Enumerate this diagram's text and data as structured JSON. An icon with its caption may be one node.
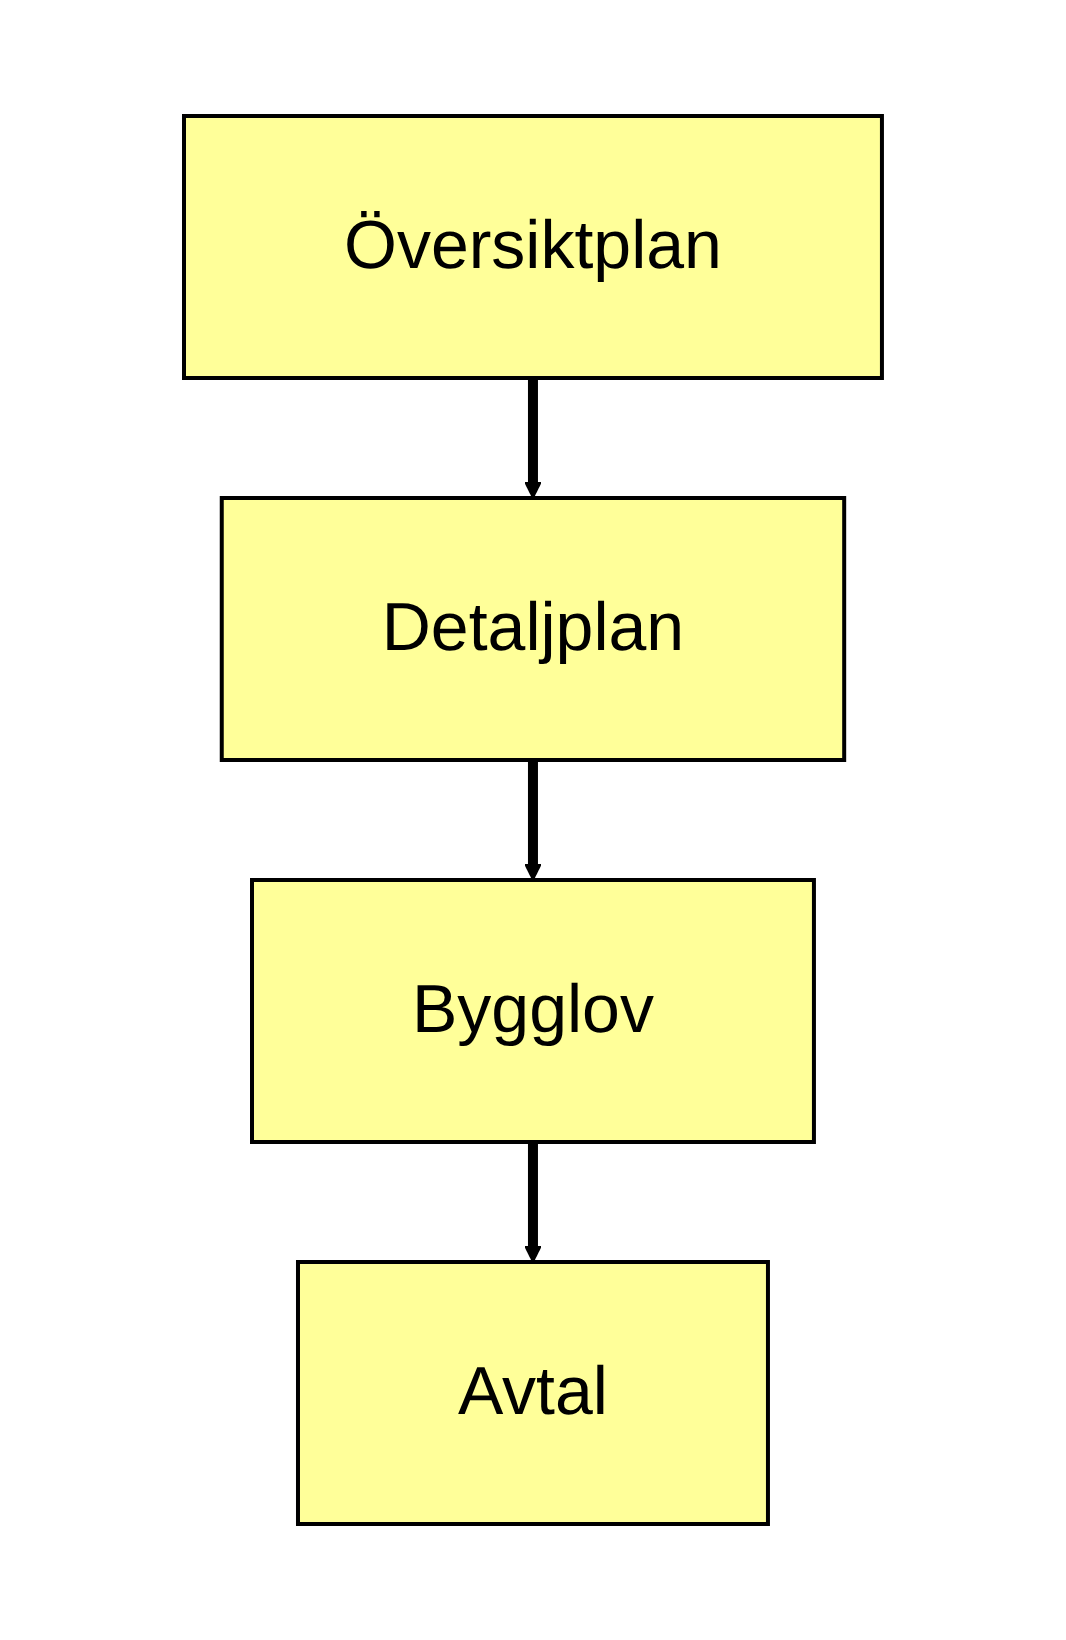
{
  "diagram": {
    "nodes": [
      {
        "text": [
          "Översiktplan"
        ]
      },
      {
        "text": [
          "Detaljplan"
        ]
      },
      {
        "text": [
          "Bygglov"
        ]
      },
      {
        "text": [
          "Avtal"
        ]
      }
    ],
    "edges": [
      {
        "from": 0,
        "to": 1,
        "arrow": "to"
      },
      {
        "from": 1,
        "to": 2,
        "arrow": "to"
      },
      {
        "from": 2,
        "to": 3,
        "arrow": "to"
      }
    ]
  }
}
